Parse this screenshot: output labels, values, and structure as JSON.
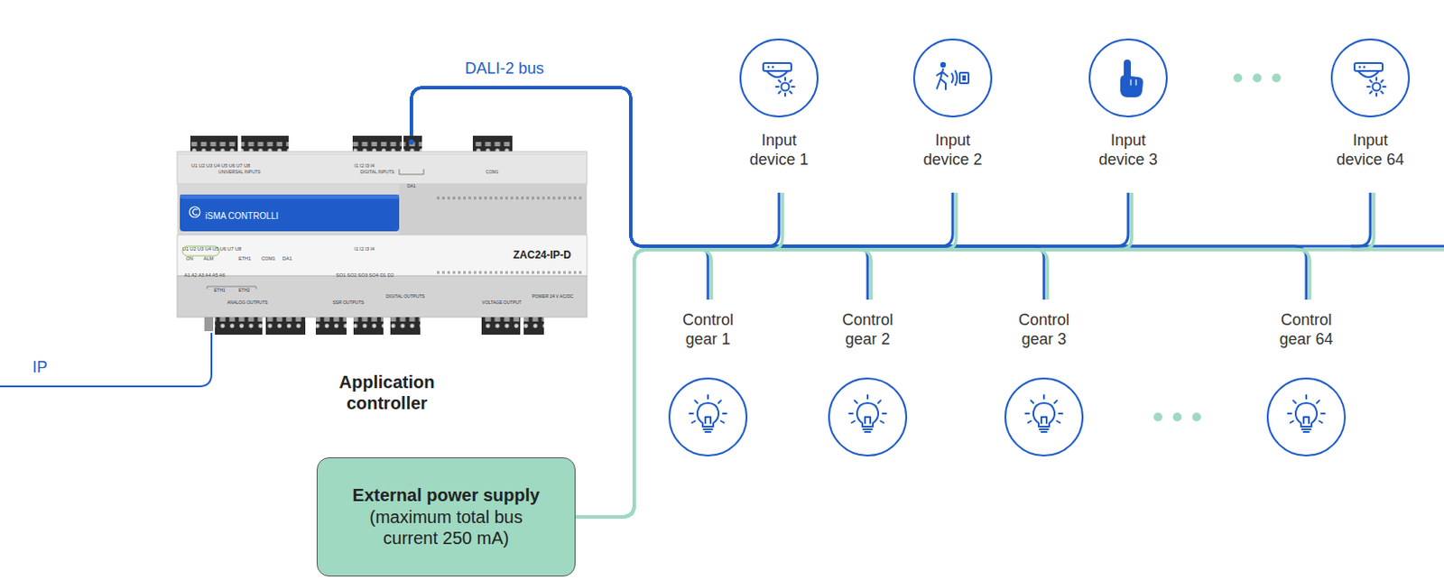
{
  "diagram": {
    "nodes": [
      {
        "text": [
          "Application controller"
        ]
      },
      {
        "text": [
          "Input device 1"
        ]
      },
      {
        "text": [
          "Input device 2"
        ]
      },
      {
        "text": [
          "Input device 3"
        ]
      },
      {
        "text": [
          "Input device 64"
        ]
      },
      {
        "text": [
          "Control gear 1"
        ]
      },
      {
        "text": [
          "Control gear 2"
        ]
      },
      {
        "text": [
          "Control gear 3"
        ]
      },
      {
        "text": [
          "Control gear 64"
        ]
      },
      {
        "text": [
          "External power supply",
          "(maximum total bus current 250 mA)"
        ]
      }
    ],
    "edges": [
      {
        "from": 0,
        "to": 1,
        "arrow": "none"
      },
      {
        "from": 0,
        "to": 2,
        "arrow": "none"
      },
      {
        "from": 0,
        "to": 3,
        "arrow": "none"
      },
      {
        "from": 0,
        "to": 4,
        "arrow": "none"
      },
      {
        "from": 0,
        "to": 5,
        "arrow": "none"
      },
      {
        "from": 0,
        "to": 6,
        "arrow": "none"
      },
      {
        "from": 0,
        "to": 7,
        "arrow": "none"
      },
      {
        "from": 0,
        "to": 8,
        "arrow": "none"
      },
      {
        "from": 9,
        "to": 1,
        "arrow": "none"
      },
      {
        "from": 9,
        "to": 2,
        "arrow": "none"
      },
      {
        "from": 9,
        "to": 3,
        "arrow": "none"
      },
      {
        "from": 9,
        "to": 4,
        "arrow": "none"
      },
      {
        "from": 9,
        "to": 5,
        "arrow": "none"
      },
      {
        "from": 9,
        "to": 6,
        "arrow": "none"
      },
      {
        "from": 9,
        "to": 7,
        "arrow": "none"
      },
      {
        "from": 9,
        "to": 8,
        "arrow": "none"
      }
    ],
    "labels": [
      "DALI-2 bus",
      "IP",
      "U1 U2 U3 U4 U5 U6 U7 U8",
      "UNIVERSAL INPUTS",
      "I1 I2 I3 I4",
      "DIGITAL INPUTS",
      "COM1",
      "DA1",
      "iSMA CONTROLLI",
      "U1 U2 U3 U4 U5 U6 U7 U8",
      "I1 I2 I3 I4",
      "ON",
      "ALM",
      "ETH1",
      "COM1",
      "DA1",
      "ZAC24-IP-D",
      "A1 A2 A3 A4 A5 A6",
      "SO1 SO2 SO3 SO4 D1 D2",
      "ETH1",
      "ETH2",
      "ANALOG OUTPUTS",
      "SSR OUTPUTS",
      "DIGITAL OUTPUTS",
      "VOLTAGE OUTPUT",
      "POWER 24 V AC/DC"
    ]
  }
}
